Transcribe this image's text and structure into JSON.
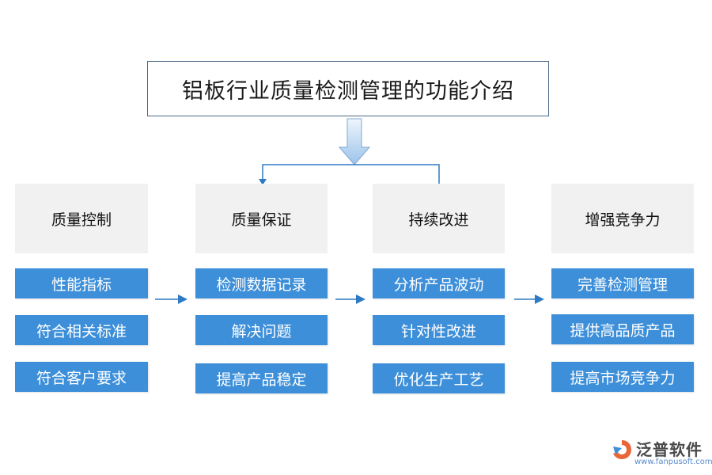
{
  "title": "铝板行业质量检测管理的功能介绍",
  "columns": [
    {
      "header": "质量控制",
      "items": [
        "性能指标",
        "符合相关标准",
        "符合客户要求"
      ]
    },
    {
      "header": "质量保证",
      "items": [
        "检测数据记录",
        "解决问题",
        "提高产品稳定"
      ]
    },
    {
      "header": "持续改进",
      "items": [
        "分析产品波动",
        "针对性改进",
        "优化生产工艺"
      ]
    },
    {
      "header": "增强竞争力",
      "items": [
        "完善检测管理",
        "提供高品质产品",
        "提高市场竞争力"
      ]
    }
  ],
  "logo": {
    "name": "泛普软件",
    "url": "www.fanpusoft.com"
  },
  "colors": {
    "item_fill": "#3d8fd9",
    "header_fill": "#f1f1f1",
    "arrow": "#2e7bc4"
  }
}
